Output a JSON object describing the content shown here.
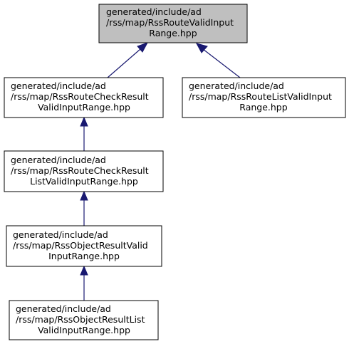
{
  "colors": {
    "root_fill": "#bfbfbf",
    "node_fill": "#ffffff",
    "border": "#000000",
    "edge": "#191970"
  },
  "nodes": {
    "root": [
      "generated/include/ad",
      "/rss/map/RssRouteValidInput",
      "Range.hpp"
    ],
    "check_result": [
      "generated/include/ad",
      "/rss/map/RssRouteCheckResult",
      "ValidInputRange.hpp"
    ],
    "list_valid": [
      "generated/include/ad",
      "/rss/map/RssRouteListValidInput",
      "Range.hpp"
    ],
    "check_result_list": [
      "generated/include/ad",
      "/rss/map/RssRouteCheckResult",
      "ListValidInputRange.hpp"
    ],
    "object_result": [
      "generated/include/ad",
      "/rss/map/RssObjectResultValid",
      "InputRange.hpp"
    ],
    "object_result_list": [
      "generated/include/ad",
      "/rss/map/RssObjectResultList",
      "ValidInputRange.hpp"
    ]
  }
}
